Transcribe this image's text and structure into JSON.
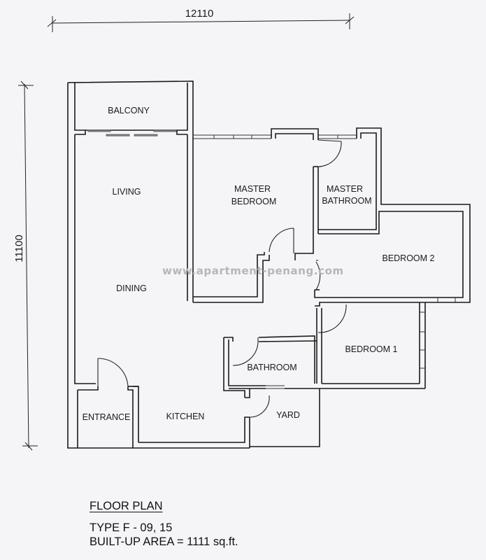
{
  "dimensions": {
    "width_label": "12110",
    "height_label": "11100"
  },
  "rooms": {
    "balcony": "BALCONY",
    "living": "LIVING",
    "dining": "DINING",
    "master_bedroom_line1": "MASTER",
    "master_bedroom_line2": "BEDROOM",
    "master_bathroom_line1": "MASTER",
    "master_bathroom_line2": "BATHROOM",
    "bedroom2": "BEDROOM 2",
    "bedroom1": "BEDROOM 1",
    "bathroom": "BATHROOM",
    "entrance": "ENTRANCE",
    "kitchen": "KITCHEN",
    "yard": "YARD"
  },
  "watermark": "www.apartment-penang.com",
  "caption": {
    "title": "FLOOR PLAN",
    "type": "TYPE F - 09, 15",
    "area": "BUILT-UP AREA = 1111 sq.ft."
  },
  "colors": {
    "background": "#f5f5f8",
    "lines": "#1a1a1a",
    "watermark": "#b5b5bb"
  }
}
